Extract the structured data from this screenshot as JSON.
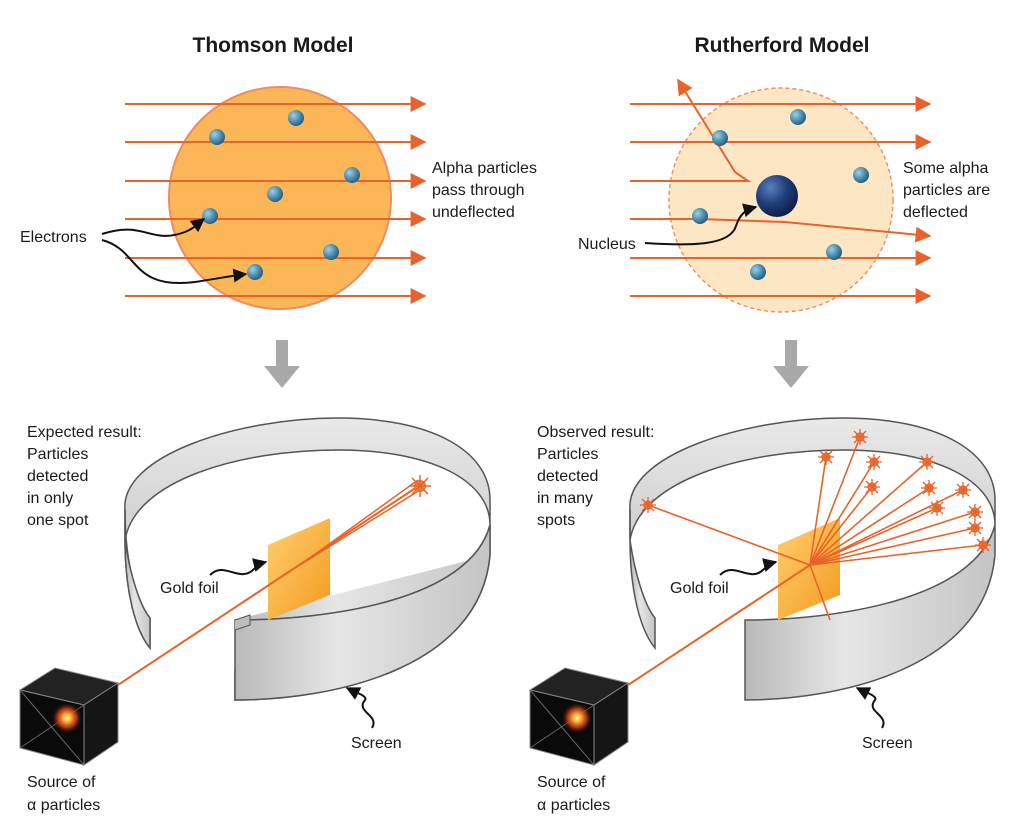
{
  "thomson": {
    "title": "Thomson Model",
    "electrons_label": "Electrons",
    "pass_note": [
      "Alpha particles",
      "pass through",
      "undeflected"
    ],
    "expected": [
      "Expected result:",
      "Particles",
      "detected",
      "in only",
      "one spot"
    ],
    "gold_foil": "Gold foil",
    "screen": "Screen",
    "source": [
      "Source of",
      "α particles"
    ]
  },
  "rutherford": {
    "title": "Rutherford Model",
    "nucleus_label": "Nucleus",
    "deflect_note": [
      "Some alpha",
      "particles are",
      "deflected"
    ],
    "observed": [
      "Observed result:",
      "Particles",
      "detected",
      "in many",
      "spots"
    ],
    "gold_foil": "Gold foil",
    "screen": "Screen",
    "source": [
      "Source of",
      "α particles"
    ]
  },
  "colors": {
    "alpha_ray": "#e8632b",
    "thomson_atom": "#fbb757",
    "rutherford_atom": "#fde6c4",
    "electron": "#4d8fae",
    "nucleus": "#1f3f78",
    "screen": "#dcdcdc",
    "arrow": "#a8a8a8"
  }
}
